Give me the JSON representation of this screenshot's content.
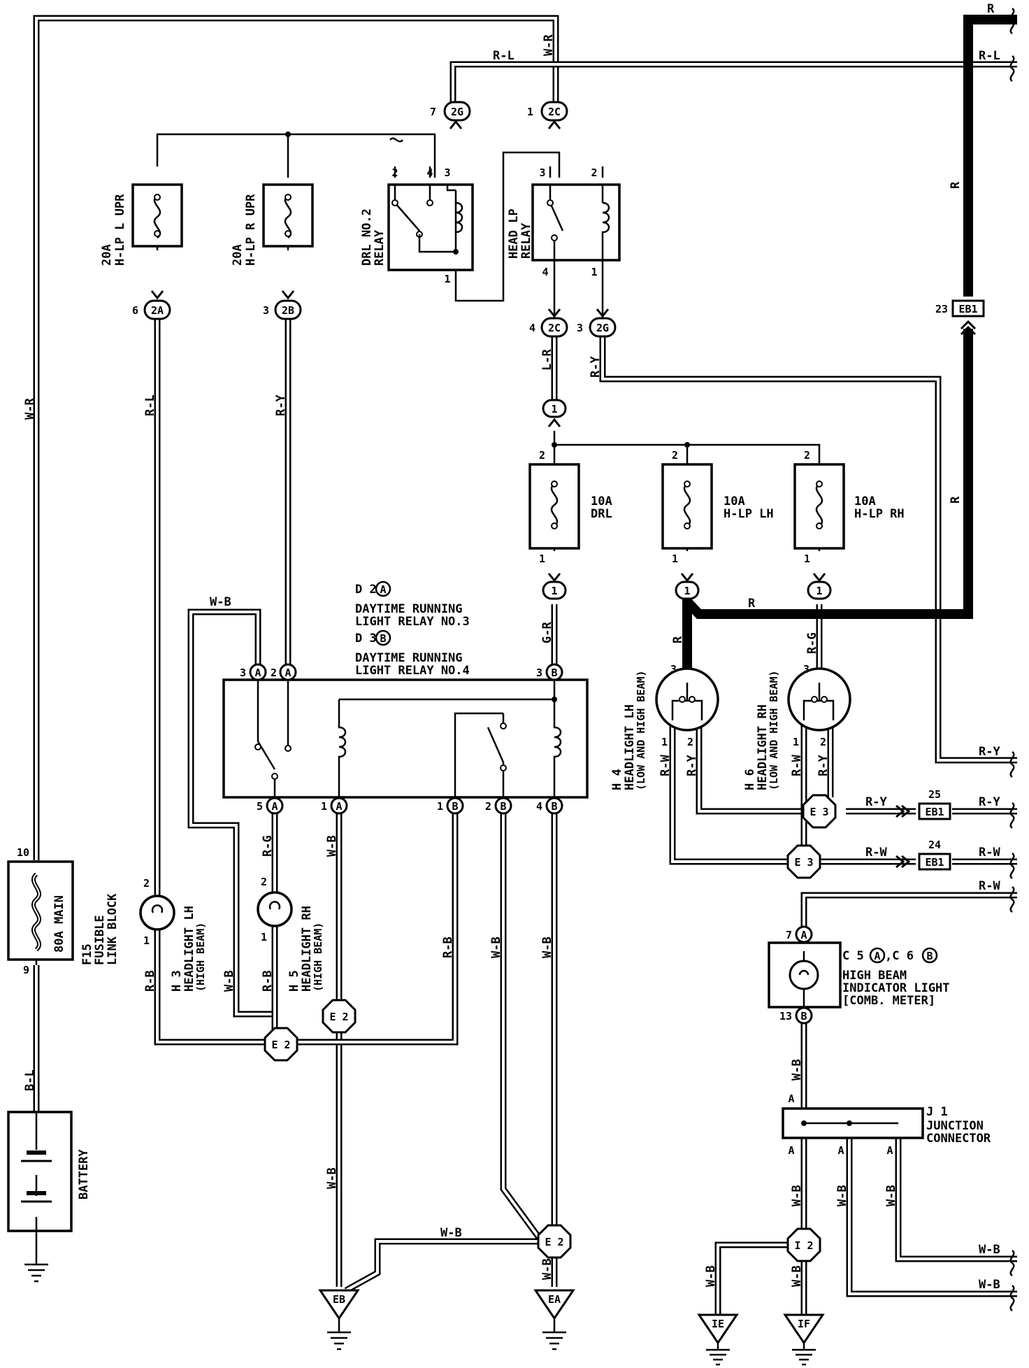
{
  "components": {
    "fusible_link_block": {
      "id": "F15",
      "title": "FUSIBLE LINK BLOCK",
      "fuse": "80A MAIN",
      "pin_in": "10",
      "pin_out": "9"
    },
    "battery": {
      "label": "BATTERY"
    },
    "fuse_hlp_l_upr": {
      "rating": "20A",
      "name": "H-LP L UPR"
    },
    "fuse_hlp_r_upr": {
      "rating": "20A",
      "name": "H-LP R UPR"
    },
    "drl_relay_2": {
      "name": "DRL NO.2 RELAY",
      "pins": [
        "2",
        "4",
        "3",
        "1"
      ]
    },
    "head_lp_relay": {
      "name": "HEAD LP RELAY",
      "pins": [
        "3",
        "2",
        "4",
        "1"
      ]
    },
    "fuse_drl": {
      "rating": "10A",
      "name": "DRL",
      "pin_top": "2",
      "pin_bot": "1"
    },
    "fuse_hlp_lh": {
      "rating": "10A",
      "name": "H-LP LH",
      "pin_top": "2",
      "pin_bot": "1"
    },
    "fuse_hlp_rh": {
      "rating": "10A",
      "name": "H-LP RH",
      "pin_top": "2",
      "pin_bot": "1"
    },
    "drl_relay_3": {
      "code": "D 2",
      "conn": "A",
      "name_l1": "DAYTIME RUNNING",
      "name_l2": "LIGHT RELAY NO.3"
    },
    "drl_relay_4": {
      "code": "D 3",
      "conn": "B",
      "name_l1": "DAYTIME RUNNING",
      "name_l2": "LIGHT RELAY NO.4"
    },
    "h3": {
      "code": "H 3",
      "name": "HEADLIGHT LH",
      "sub": "(HIGH BEAM)",
      "pin1": "2",
      "pin2": "1"
    },
    "h5": {
      "code": "H 5",
      "name": "HEADLIGHT RH",
      "sub": "(HIGH BEAM)",
      "pin1": "2",
      "pin2": "1"
    },
    "h4": {
      "code": "H 4",
      "name": "HEADLIGHT LH",
      "sub": "(LOW AND HIGH BEAM)",
      "pins": [
        "3",
        "1",
        "2"
      ]
    },
    "h6": {
      "code": "H 6",
      "name": "HEADLIGHT RH",
      "sub": "(LOW AND HIGH BEAM)",
      "pins": [
        "3",
        "1",
        "2"
      ]
    },
    "indicator": {
      "code": "C 5",
      "c1": "A",
      "sep": ",C 6",
      "c2": "B",
      "name_l1": "HIGH BEAM",
      "name_l2": "INDICATOR LIGHT",
      "name_l3": "[COMB. METER]",
      "pin_top": "7",
      "pin_top_conn": "A",
      "pin_bot": "13",
      "pin_bot_conn": "B"
    },
    "junction": {
      "code": "J 1",
      "name_l1": "JUNCTION",
      "name_l2": "CONNECTOR",
      "pin": "A"
    }
  },
  "connectors": {
    "c2G_top": {
      "pin": "7",
      "conn": "2G"
    },
    "c2C_top": {
      "pin": "1",
      "conn": "2C"
    },
    "c2A": {
      "pin": "6",
      "conn": "2A"
    },
    "c2B": {
      "pin": "3",
      "conn": "2B"
    },
    "c2C_bot": {
      "pin": "4",
      "conn": "2C"
    },
    "c2G_bot": {
      "pin": "3",
      "conn": "2G"
    },
    "eb1_23": {
      "pin": "23",
      "conn": "EB1"
    },
    "eb1_25": {
      "pin": "25",
      "conn": "EB1"
    },
    "eb1_24": {
      "pin": "24",
      "conn": "EB1"
    },
    "j_1": "1",
    "relay_pins": {
      "p3A": {
        "pin": "3",
        "conn": "A"
      },
      "p2A": {
        "pin": "2",
        "conn": "A"
      },
      "p3B": {
        "pin": "3",
        "conn": "B"
      },
      "p5A": {
        "pin": "5",
        "conn": "A"
      },
      "p1A": {
        "pin": "1",
        "conn": "A"
      },
      "p1B": {
        "pin": "1",
        "conn": "B"
      },
      "p2B": {
        "pin": "2",
        "conn": "B"
      },
      "p4B": {
        "pin": "4",
        "conn": "B"
      }
    }
  },
  "splices": {
    "e2a": "E 2",
    "e2b": "E 2",
    "e2c": "E 2",
    "e3a": "E 3",
    "e3b": "E 3",
    "i2": "I 2"
  },
  "grounds": {
    "eb": "EB",
    "ea": "EA",
    "ie": "IE",
    "if": "IF"
  },
  "wire_colors": {
    "wr": "W-R",
    "rl": "R-L",
    "r": "R",
    "ry": "R-Y",
    "lr": "L-R",
    "gr": "G-R",
    "rg": "R-G",
    "rw": "R-W",
    "wb": "W-B",
    "rb": "R-B",
    "bl": "B-L"
  }
}
